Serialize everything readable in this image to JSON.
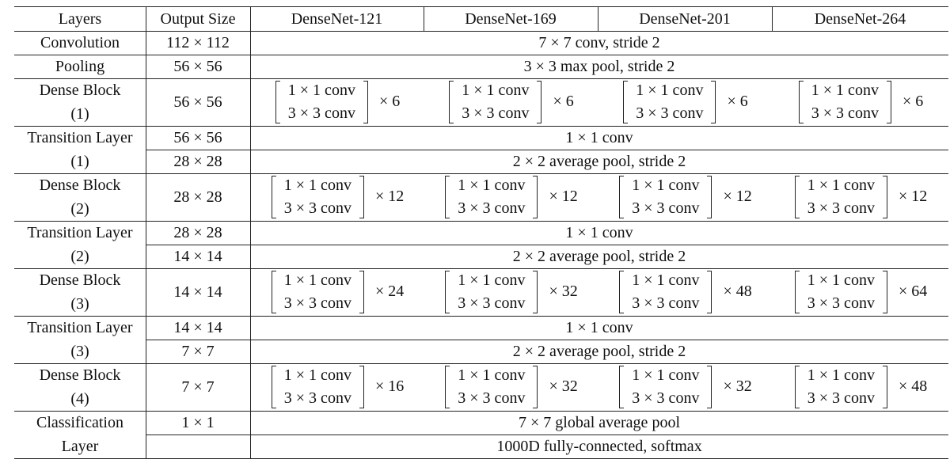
{
  "header": {
    "layers": "Layers",
    "output_size": "Output Size",
    "models": [
      "DenseNet-121",
      "DenseNet-169",
      "DenseNet-201",
      "DenseNet-264"
    ]
  },
  "conv_line": "1 × 1 conv",
  "conv3_line": "3 × 3 conv",
  "rows": [
    {
      "layer": [
        "Convolution"
      ],
      "sub": [
        {
          "size": "112 × 112",
          "config": "7 × 7 conv, stride 2"
        }
      ]
    },
    {
      "layer": [
        "Pooling"
      ],
      "sub": [
        {
          "size": "56 × 56",
          "config": "3 × 3 max pool, stride 2"
        }
      ]
    },
    {
      "layer": [
        "Dense Block",
        "(1)"
      ],
      "size": "56 × 56",
      "reps": [
        "× 6",
        "× 6",
        "× 6",
        "× 6"
      ]
    },
    {
      "layer": [
        "Transition Layer",
        "(1)"
      ],
      "sub": [
        {
          "size": "56 × 56",
          "config": "1 × 1 conv"
        },
        {
          "size": "28 × 28",
          "config": "2 × 2 average pool, stride 2"
        }
      ]
    },
    {
      "layer": [
        "Dense Block",
        "(2)"
      ],
      "size": "28 × 28",
      "reps": [
        "× 12",
        "× 12",
        "× 12",
        "× 12"
      ]
    },
    {
      "layer": [
        "Transition Layer",
        "(2)"
      ],
      "sub": [
        {
          "size": "28 × 28",
          "config": "1 × 1 conv"
        },
        {
          "size": "14 × 14",
          "config": "2 × 2 average pool, stride 2"
        }
      ]
    },
    {
      "layer": [
        "Dense Block",
        "(3)"
      ],
      "size": "14 × 14",
      "reps": [
        "× 24",
        "× 32",
        "× 48",
        "× 64"
      ]
    },
    {
      "layer": [
        "Transition Layer",
        "(3)"
      ],
      "sub": [
        {
          "size": "14 × 14",
          "config": "1 × 1 conv"
        },
        {
          "size": "7 × 7",
          "config": "2 × 2 average pool, stride 2"
        }
      ]
    },
    {
      "layer": [
        "Dense Block",
        "(4)"
      ],
      "size": "7 × 7",
      "reps": [
        "× 16",
        "× 32",
        "× 32",
        "× 48"
      ]
    },
    {
      "layer": [
        "Classification",
        "Layer"
      ],
      "sub": [
        {
          "size": "1 × 1",
          "config": "7 × 7 global average pool"
        },
        {
          "size": "",
          "config": "1000D fully-connected, softmax"
        }
      ]
    }
  ]
}
